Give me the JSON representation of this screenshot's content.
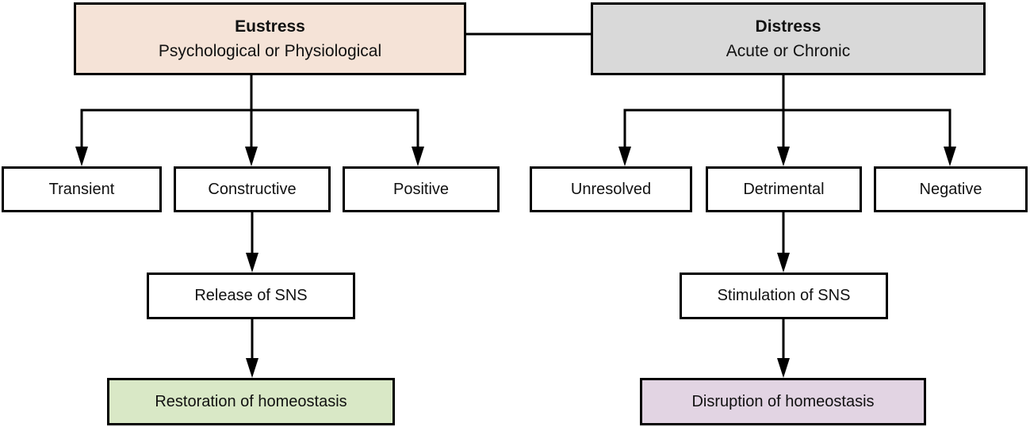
{
  "colors": {
    "eustress_fill": "#f5e3d7",
    "distress_fill": "#d9d9d9",
    "restoration_fill": "#d9e8c6",
    "disruption_fill": "#e2d4e3",
    "plain_fill": "#ffffff",
    "box_border": "#000000",
    "line": "#000000",
    "background": "#ffffff",
    "text": "#111111"
  },
  "nodes": {
    "eustress": {
      "title": "Eustress",
      "subtitle": "Psychological or Physiological"
    },
    "distress": {
      "title": "Distress",
      "subtitle": "Acute or Chronic"
    },
    "transient": {
      "label": "Transient"
    },
    "constructive": {
      "label": "Constructive"
    },
    "positive": {
      "label": "Positive"
    },
    "unresolved": {
      "label": "Unresolved"
    },
    "detrimental": {
      "label": "Detrimental"
    },
    "negative": {
      "label": "Negative"
    },
    "release_sns": {
      "label": "Release of SNS"
    },
    "stimulation_sns": {
      "label": "Stimulation of SNS"
    },
    "restoration": {
      "label": "Restoration of homeostasis"
    },
    "disruption": {
      "label": "Disruption of homeostasis"
    }
  },
  "edges": [
    {
      "from": "eustress",
      "to": "distress",
      "type": "plain"
    },
    {
      "from": "eustress",
      "to": "transient",
      "type": "arrow"
    },
    {
      "from": "eustress",
      "to": "constructive",
      "type": "arrow"
    },
    {
      "from": "eustress",
      "to": "positive",
      "type": "arrow"
    },
    {
      "from": "distress",
      "to": "unresolved",
      "type": "arrow"
    },
    {
      "from": "distress",
      "to": "detrimental",
      "type": "arrow"
    },
    {
      "from": "distress",
      "to": "negative",
      "type": "arrow"
    },
    {
      "from": "constructive",
      "to": "release_sns",
      "type": "arrow"
    },
    {
      "from": "detrimental",
      "to": "stimulation_sns",
      "type": "arrow"
    },
    {
      "from": "release_sns",
      "to": "restoration",
      "type": "arrow"
    },
    {
      "from": "stimulation_sns",
      "to": "disruption",
      "type": "arrow"
    }
  ]
}
